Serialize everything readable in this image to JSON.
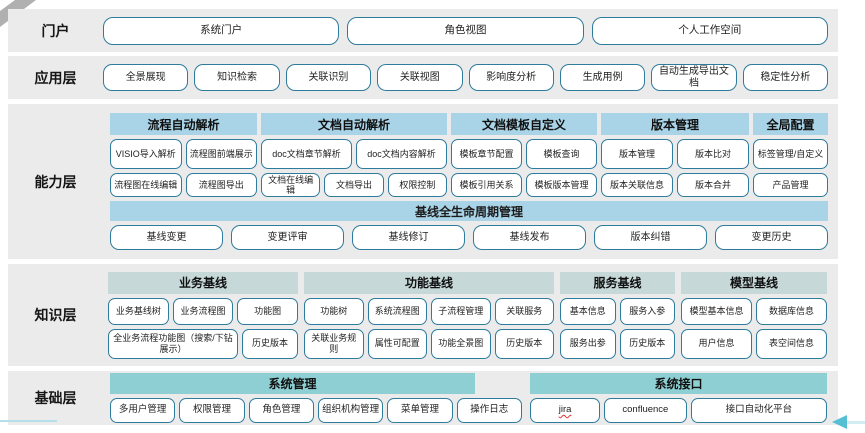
{
  "colors": {
    "band_bg": "#ebebeb",
    "capability_header_bg": "#a9d3e6",
    "knowledge_header_bg": "#c6d8d8",
    "foundation_header_bg": "#8dcfd3",
    "button_border": "#2e7b9c",
    "misspell_underline": "#e03131",
    "arrow": "#57bfd3"
  },
  "layers": {
    "portal": {
      "label": "门户",
      "buttons": [
        "系统门户",
        "角色视图",
        "个人工作空间"
      ]
    },
    "application": {
      "label": "应用层",
      "buttons": [
        "全景展现",
        "知识检索",
        "关联识别",
        "关联视图",
        "影响度分析",
        "生成用例",
        "自动生成导出文档",
        "稳定性分析"
      ]
    },
    "capability": {
      "label": "能力层",
      "groups": [
        {
          "title": "流程自动解析",
          "rows": [
            [
              "VISIO导入解析",
              "流程图前端展示"
            ],
            [
              "流程图在线编辑",
              "流程图导出"
            ]
          ]
        },
        {
          "title": "文档自动解析",
          "rows": [
            [
              "doc文档章节解析",
              "doc文档内容解析"
            ],
            [
              "文档在线编辑",
              "文档导出",
              "权限控制"
            ]
          ]
        },
        {
          "title": "文档模板自定义",
          "rows": [
            [
              "模板章节配置",
              "模板查询"
            ],
            [
              "模板引用关系",
              "模板版本管理"
            ]
          ]
        },
        {
          "title": "版本管理",
          "rows": [
            [
              "版本管理",
              "版本比对"
            ],
            [
              "版本关联信息",
              "版本合并"
            ]
          ]
        },
        {
          "title": "全局配置",
          "rows": [
            [
              "标签管理/自定义"
            ],
            [
              "产品管理"
            ]
          ]
        }
      ],
      "baseline": {
        "title": "基线全生命周期管理",
        "buttons": [
          "基线变更",
          "变更评审",
          "基线修订",
          "基线发布",
          "版本纠错",
          "变更历史"
        ]
      }
    },
    "knowledge": {
      "label": "知识层",
      "groups": [
        {
          "title": "业务基线",
          "rows": [
            [
              "业务基线树",
              "业务流程图",
              "功能图"
            ],
            [
              "全业务流程功能图（搜索/下钻展示）",
              "历史版本"
            ]
          ]
        },
        {
          "title": "功能基线",
          "rows": [
            [
              "功能树",
              "系统流程图",
              "子流程管理",
              "关联服务"
            ],
            [
              "关联业务规则",
              "属性可配置",
              "功能全景图",
              "历史版本"
            ]
          ]
        },
        {
          "title": "服务基线",
          "rows": [
            [
              "基本信息",
              "服务入参"
            ],
            [
              "服务出参",
              "历史版本"
            ]
          ]
        },
        {
          "title": "模型基线",
          "rows": [
            [
              "模型基本信息",
              "数据库信息"
            ],
            [
              "用户信息",
              "表空间信息"
            ]
          ]
        }
      ]
    },
    "foundation": {
      "label": "基础层",
      "groups": [
        {
          "title": "系统管理",
          "buttons": [
            "多用户管理",
            "权限管理",
            "角色管理",
            "组织机构管理",
            "菜单管理",
            "操作日志"
          ]
        },
        {
          "title": "系统接口",
          "buttons": [
            "jira",
            "confluence",
            "接口自动化平台"
          ]
        }
      ]
    }
  }
}
